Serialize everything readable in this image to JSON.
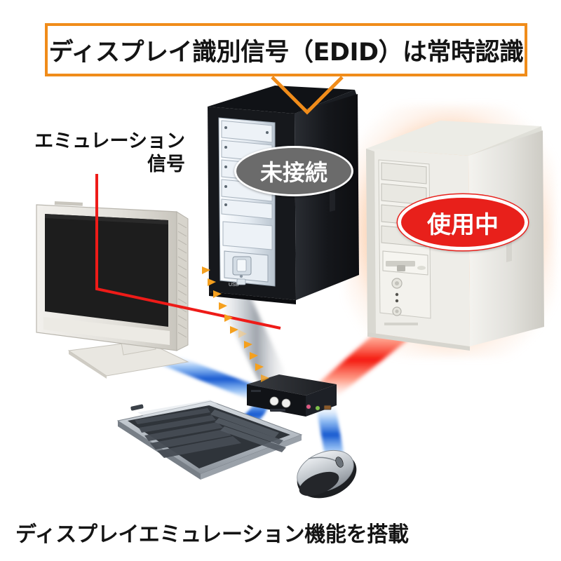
{
  "header": {
    "callout_text": "ディスプレイ識別信号（EDID）は常時認識",
    "border_color": "#F08C1A",
    "pointer": "v-arrow-down-to-black-pc"
  },
  "labels": {
    "emulation_line1": "エミュレーション",
    "emulation_line2": "信号",
    "bottom_caption": "ディスプレイエミュレーション機能を搭載"
  },
  "bubbles": {
    "unconnected": {
      "text": "未接続",
      "fill": "#6b6b6b",
      "stroke": "#ffffff"
    },
    "in_use": {
      "text": "使用中",
      "fill": "#e8201b",
      "stroke": "#ffffff"
    }
  },
  "devices": {
    "monitor": {
      "name": "lcd-monitor",
      "screen_color": "#1c1c1c",
      "bezel_color": "#e8e6e0"
    },
    "black_pc": {
      "name": "black-pc-tower",
      "case_color": "#1b1d21",
      "bay_color": "#dfe4ea",
      "port_label": "USB"
    },
    "white_pc": {
      "name": "white-pc-tower",
      "case_color": "#dcdcd8",
      "glow_color": "#f46e1e"
    },
    "kvm_switch": {
      "name": "kvm-switch",
      "case_color": "#17181a",
      "buttons": [
        "button-1",
        "button-2"
      ],
      "jacks": [
        "mic-jack-pink",
        "audio-jack-green",
        "usb-port"
      ]
    },
    "keyboard": {
      "name": "keyboard",
      "body_color": "#b9bec4",
      "key_color": "#2b3036"
    },
    "mouse": {
      "name": "mouse",
      "body_color": "#c3c7cb",
      "base_color": "#1d1f22"
    }
  },
  "cables": {
    "monitor_to_kvm": {
      "color": "#1560d8",
      "label": "blue-video-cable"
    },
    "keyboard_to_kvm": {
      "color": "#1560d8",
      "label": "blue-keyboard-cable"
    },
    "mouse_to_kvm": {
      "color": "#1560d8",
      "label": "blue-mouse-cable"
    },
    "white_pc_to_kvm": {
      "color": "#f01c10",
      "label": "red-active-cable"
    },
    "black_pc_to_kvm": {
      "color": "#b9bdc2",
      "label": "gray-idle-cable"
    },
    "emulation_signal": {
      "color": "#ee1b18",
      "label": "red-emulation-leader-line"
    },
    "edid_arrows": {
      "color": "#f5a01e",
      "label": "orange-arrow-flow",
      "count": 14
    }
  }
}
